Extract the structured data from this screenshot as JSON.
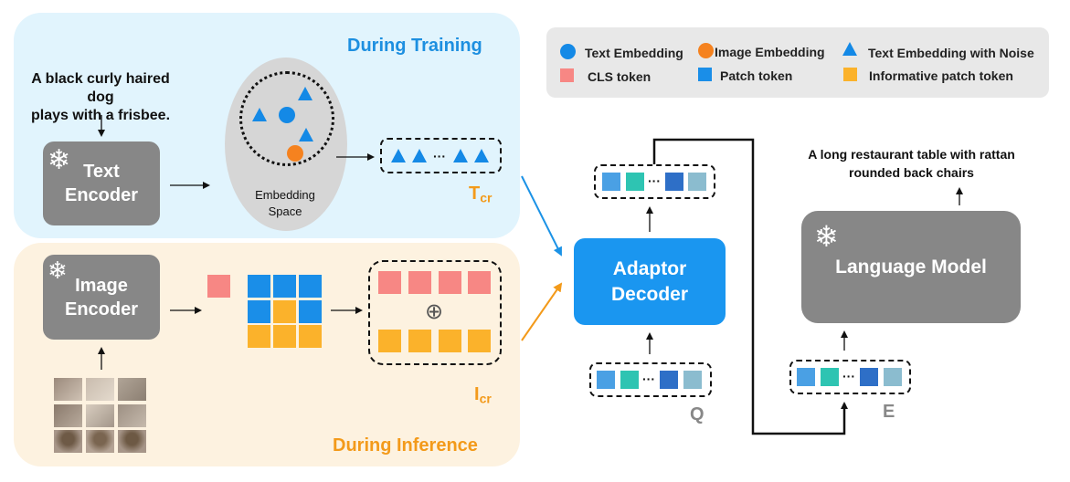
{
  "colors": {
    "training_bg": "#e1f4fd",
    "inference_bg": "#fdf2e0",
    "legend_bg": "#e8e8e8",
    "gray_box": "#878787",
    "adaptor_blue": "#1a96f0",
    "text_embedding": "#1489e6",
    "image_embedding": "#f5821f",
    "cls_token": "#f78784",
    "patch_token": "#1a8ee8",
    "informative_patch": "#fbb22b"
  },
  "training": {
    "title": "During Training",
    "caption_line1": "A black curly haired dog",
    "caption_line2": "plays with a frisbee.",
    "text_encoder_line1": "Text",
    "text_encoder_line2": "Encoder",
    "embedding_space_line1": "Embedding",
    "embedding_space_line2": "Space",
    "tcr_main": "T",
    "tcr_sub": "cr"
  },
  "inference": {
    "title": "During Inference",
    "image_encoder_line1": "Image",
    "image_encoder_line2": "Encoder",
    "icr_main": "I",
    "icr_sub": "cr",
    "oplus": "⊕"
  },
  "legend": {
    "text_embedding": "Text Embedding",
    "image_embedding": "Image Embedding",
    "text_embedding_noise": "Text Embedding with Noise",
    "cls_token": "CLS token",
    "patch_token": "Patch token",
    "informative_patch_token": "Informative patch token"
  },
  "adaptor": {
    "line1": "Adaptor",
    "line2": "Decoder",
    "q_label": "Q"
  },
  "language_model": {
    "label": "Language Model",
    "output_line1": "A long restaurant table with rattan",
    "output_line2": "rounded back chairs",
    "e_label": "E"
  },
  "ellipsis": "···",
  "snowflake": "❄"
}
